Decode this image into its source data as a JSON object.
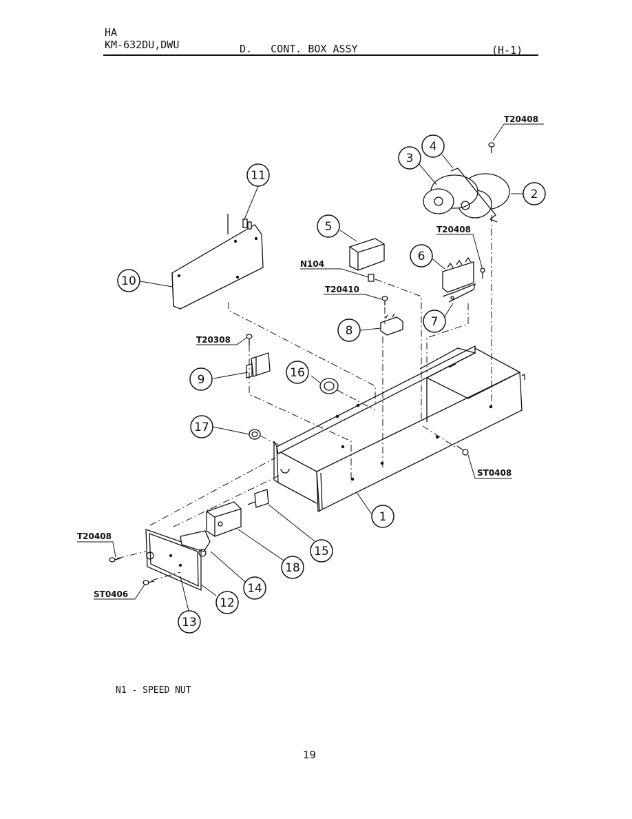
{
  "header": {
    "series": "HA",
    "model": "KM-632DU,DWU",
    "section_letter": "D.",
    "section_title": "CONT. BOX ASSY",
    "reference": "(H-1)"
  },
  "callouts": [
    "1",
    "2",
    "3",
    "4",
    "5",
    "6",
    "7",
    "8",
    "9",
    "10",
    "11",
    "12",
    "13",
    "14",
    "15",
    "16",
    "17",
    "18"
  ],
  "part_codes": {
    "t20408_top": "T20408",
    "t20408_right": "T20408",
    "n104": "N104",
    "t20410": "T20410",
    "t20308": "T20308",
    "st0408": "ST0408",
    "t20408_left": "T20408",
    "st0406": "ST0406"
  },
  "note": "N1 - SPEED NUT",
  "page_number": "19"
}
